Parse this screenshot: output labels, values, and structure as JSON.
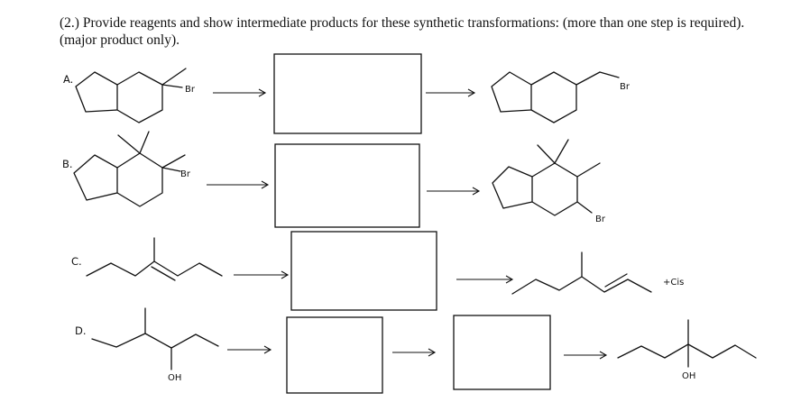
{
  "question": {
    "text": "(2.) Provide reagents and show intermediate products for these synthetic transformations: (more than one step is required).(major product only)."
  },
  "problems": [
    {
      "label": "A.",
      "start_substituent": "Br",
      "product_substituent": "Br"
    },
    {
      "label": "B.",
      "start_substituent": "Br",
      "product_substituent": "Br"
    },
    {
      "label": "C.",
      "product_note": "+Cis"
    },
    {
      "label": "D.",
      "start_substituent": "OH",
      "product_substituent": "OH"
    }
  ]
}
